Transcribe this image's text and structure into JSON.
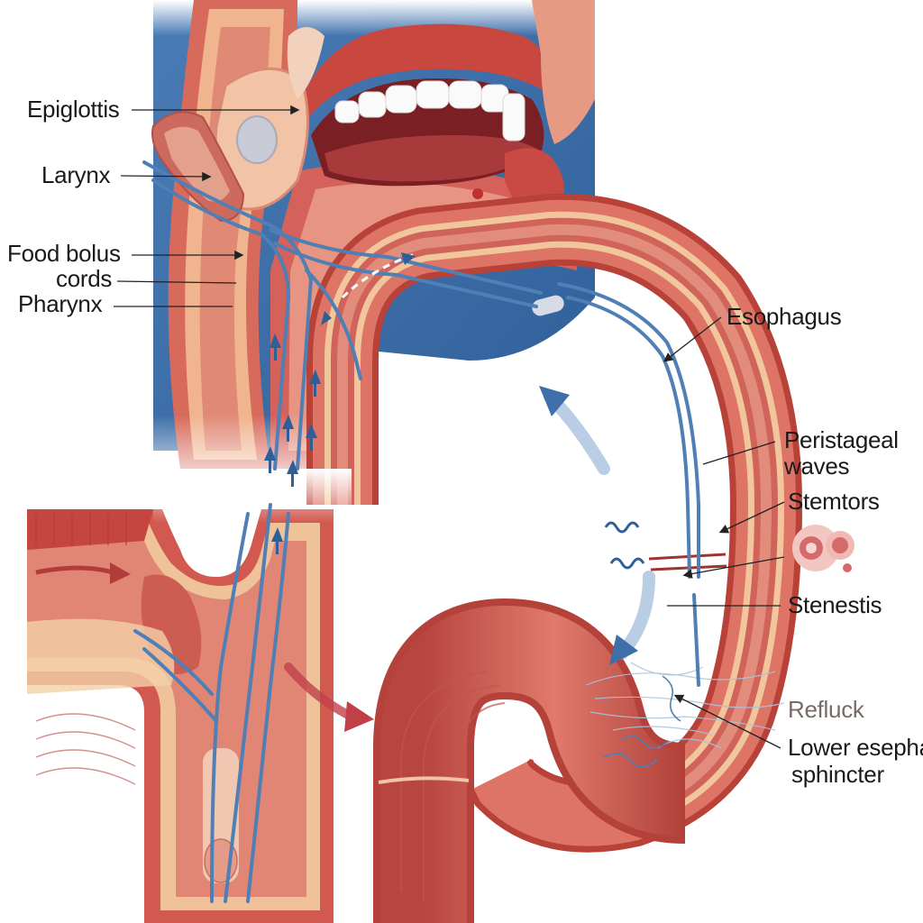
{
  "labels": {
    "epiglottis": "Epiglottis",
    "larynx": "Larynx",
    "food_bolus": "Food bolus",
    "cords": "cords",
    "pharynx": "Pharynx",
    "esophagus": "Esophagus",
    "peristaltic_line1": "Peristageal",
    "peristaltic_line2": "waves",
    "stemtors": "Stemtors",
    "stenestis": "Stenestis",
    "reflux": "Refluck",
    "lower_sphincter_line1": "Lower esepha",
    "lower_sphincter_line2": "sphincter"
  },
  "colors": {
    "tissue": "#c9544c",
    "tissue_light": "#e59a8c",
    "mucosa": "#f3c9a0",
    "pathway": "#4f7fb5",
    "arrow_red": "#c0404a",
    "background_blue": "#3f6fa8"
  }
}
